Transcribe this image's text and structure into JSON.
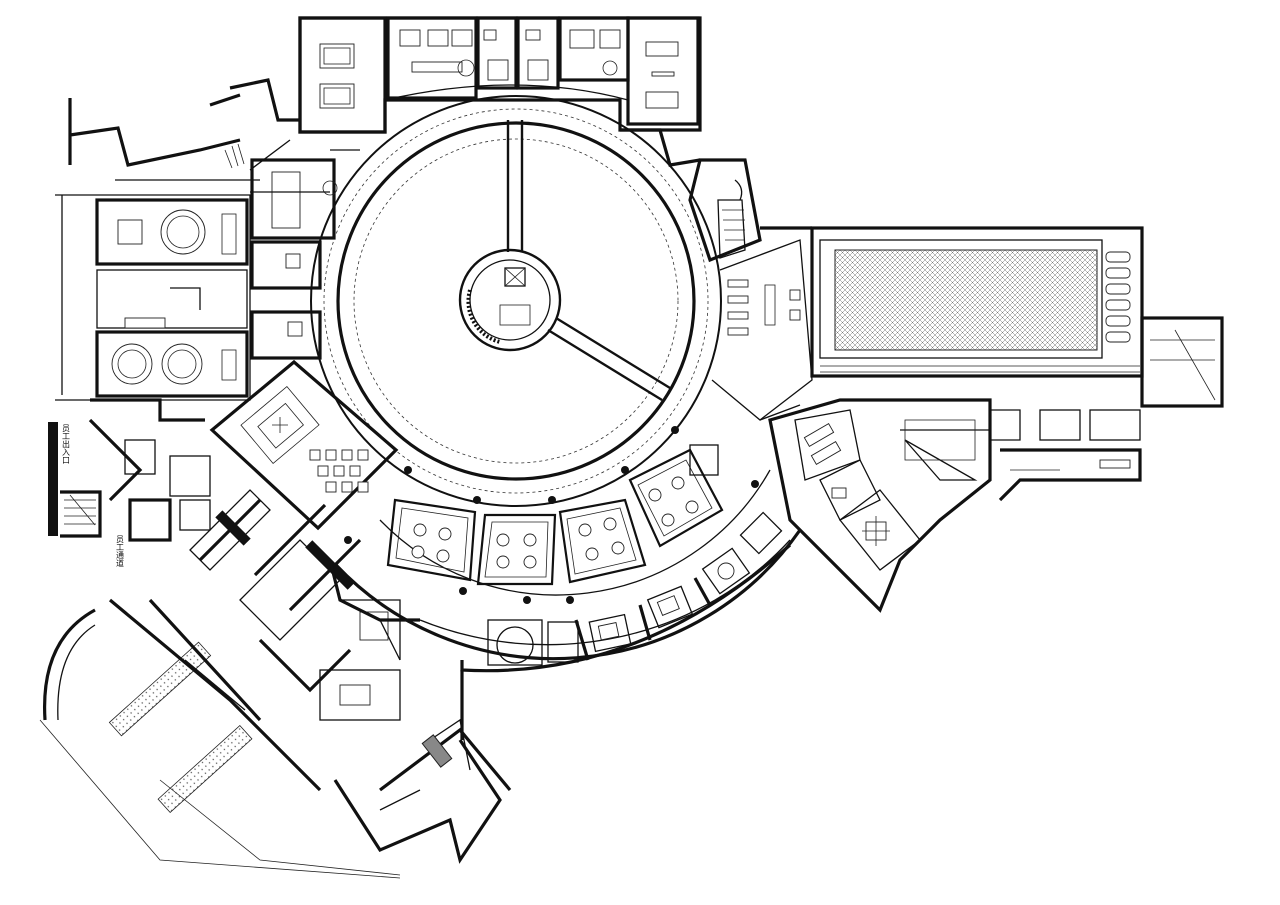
{
  "drawing": {
    "type": "architectural-floor-plan",
    "side_labels": [
      "员工出入口",
      "员工通道"
    ]
  }
}
